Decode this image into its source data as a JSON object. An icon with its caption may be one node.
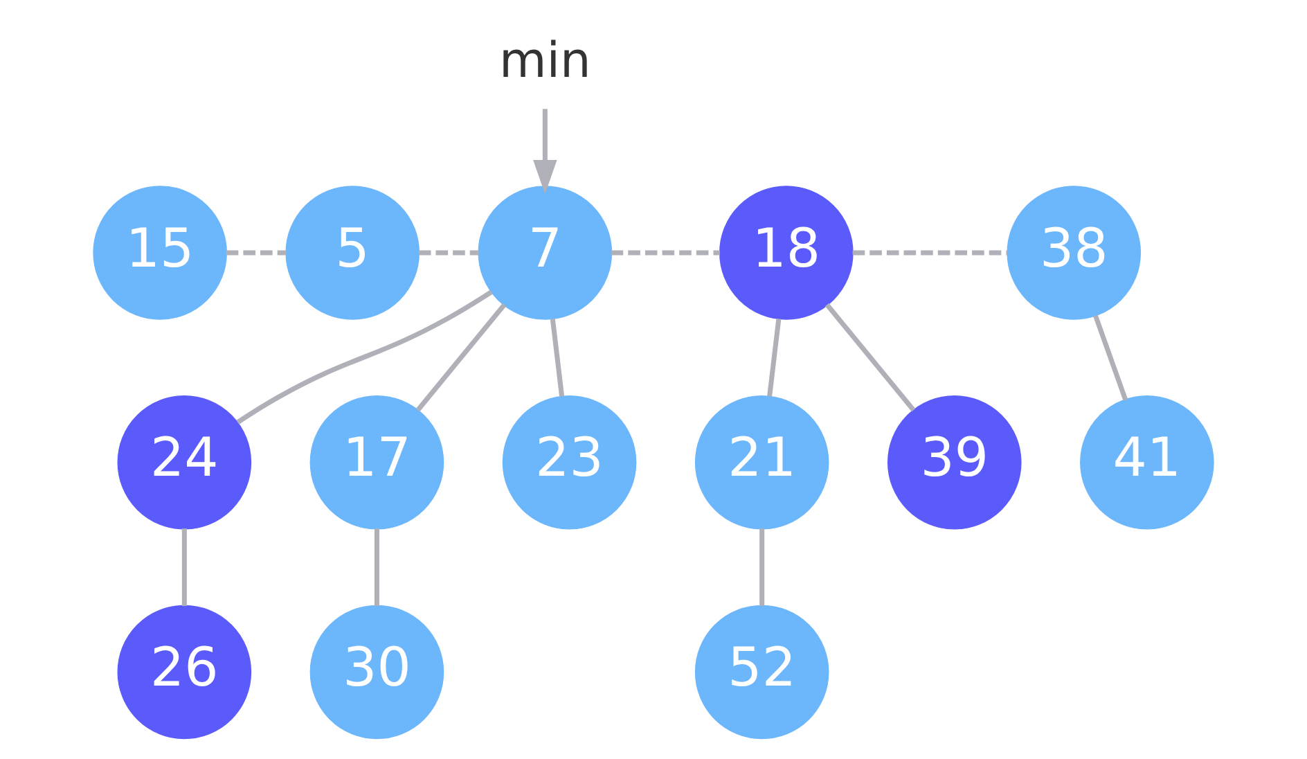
{
  "diagram": {
    "nodes": [
      {
        "text": [
          "min"
        ]
      },
      {
        "text": [
          "15"
        ]
      },
      {
        "text": [
          "5"
        ]
      },
      {
        "text": [
          "7"
        ]
      },
      {
        "text": [
          "18"
        ]
      },
      {
        "text": [
          "38"
        ]
      },
      {
        "text": [
          "24"
        ]
      },
      {
        "text": [
          "17"
        ]
      },
      {
        "text": [
          "23"
        ]
      },
      {
        "text": [
          "21"
        ]
      },
      {
        "text": [
          "39"
        ]
      },
      {
        "text": [
          "41"
        ]
      },
      {
        "text": [
          "26"
        ]
      },
      {
        "text": [
          "30"
        ]
      },
      {
        "text": [
          "52"
        ]
      }
    ],
    "edges": [
      {
        "from": 0,
        "to": 3,
        "arrow": "to"
      },
      {
        "from": 1,
        "to": 2,
        "arrow": "none",
        "style": "dashed"
      },
      {
        "from": 2,
        "to": 3,
        "arrow": "none",
        "style": "dashed"
      },
      {
        "from": 3,
        "to": 4,
        "arrow": "none",
        "style": "dashed"
      },
      {
        "from": 4,
        "to": 5,
        "arrow": "none",
        "style": "dashed"
      },
      {
        "from": 3,
        "to": 6,
        "arrow": "none"
      },
      {
        "from": 3,
        "to": 7,
        "arrow": "none"
      },
      {
        "from": 3,
        "to": 8,
        "arrow": "none"
      },
      {
        "from": 4,
        "to": 9,
        "arrow": "none"
      },
      {
        "from": 4,
        "to": 10,
        "arrow": "none"
      },
      {
        "from": 5,
        "to": 11,
        "arrow": "none"
      },
      {
        "from": 6,
        "to": 12,
        "arrow": "none"
      },
      {
        "from": 7,
        "to": 13,
        "arrow": "none"
      },
      {
        "from": 9,
        "to": 14,
        "arrow": "none"
      }
    ]
  }
}
